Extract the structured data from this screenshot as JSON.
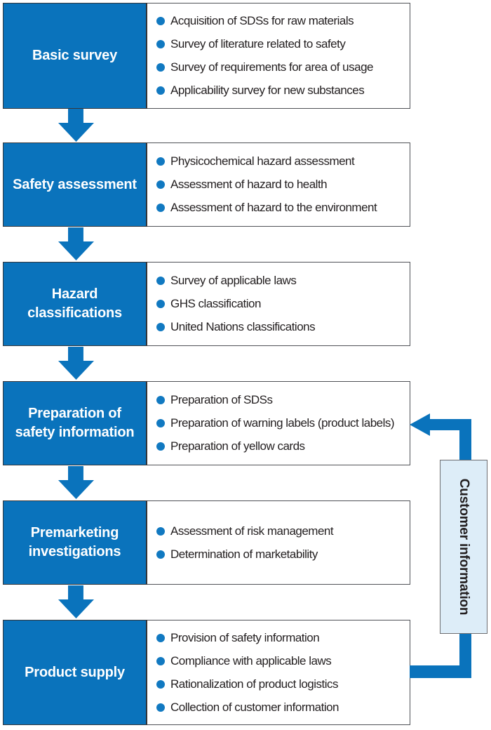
{
  "palette": {
    "process_blue": "#0a73bc",
    "bullet_blue": "#1179c1",
    "text_dark": "#231f20",
    "row_border": "#4f5156",
    "customer_box_bg": "#ddedf8",
    "customer_box_border": "#6d6e71"
  },
  "flow": {
    "stages": [
      {
        "label": "Basic survey",
        "items": [
          "Acquisition of SDSs for raw materials",
          "Survey of literature related to safety",
          "Survey of requirements for area of usage",
          "Applicability survey for new substances"
        ]
      },
      {
        "label": "Safety assessment",
        "items": [
          "Physicochemical hazard assessment",
          "Assessment of hazard to health",
          "Assessment of hazard to the environment"
        ]
      },
      {
        "label": "Hazard\nclassifications",
        "items": [
          "Survey of applicable laws",
          "GHS classification",
          "United Nations classifications"
        ]
      },
      {
        "label": "Preparation of\nsafety information",
        "items": [
          "Preparation of SDSs",
          "Preparation of warning labels (product labels)",
          "Preparation of yellow cards"
        ]
      },
      {
        "label": "Premarketing\ninvestigations",
        "items": [
          "Assessment of risk management",
          "Determination of marketability"
        ]
      },
      {
        "label": "Product supply",
        "items": [
          "Provision of safety information",
          "Compliance with applicable laws",
          "Rationalization of product logistics",
          "Collection of customer information"
        ]
      }
    ],
    "feedback_label": "Customer information"
  }
}
